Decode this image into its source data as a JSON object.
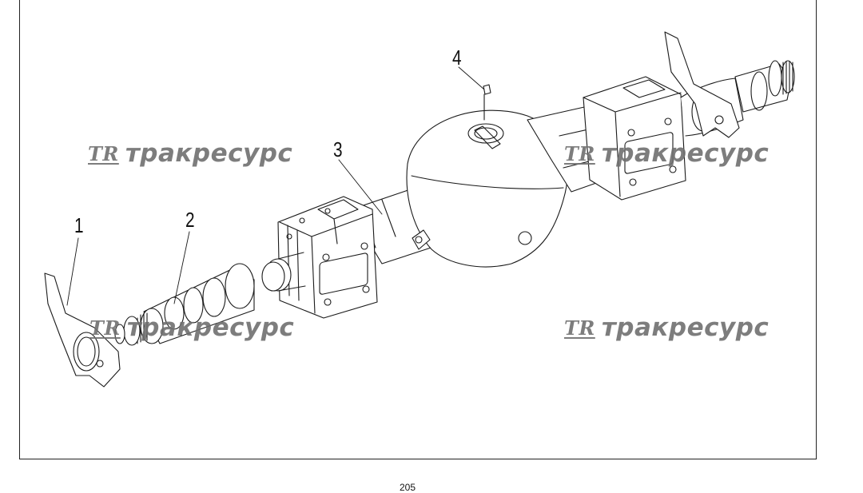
{
  "callouts": [
    "1",
    "2",
    "3",
    "4"
  ],
  "watermark": {
    "logo": "TR",
    "text": "тракресурс"
  },
  "page_number": "205"
}
